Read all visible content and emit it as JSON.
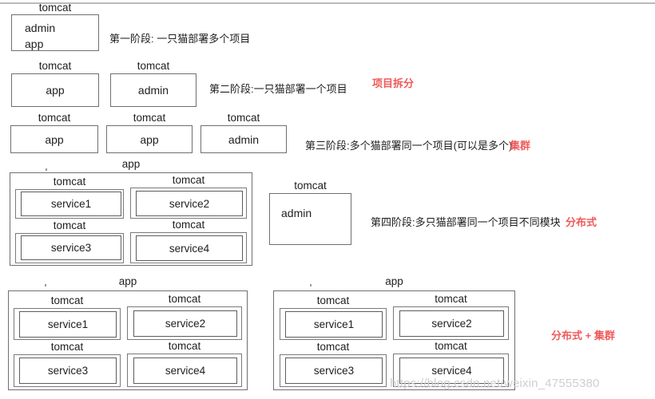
{
  "diagram": {
    "title_watermark": "https://blog.csdn.net/weixin_47555380",
    "labels": {
      "tomcat": "tomcat",
      "app": "app",
      "admin": "admin",
      "service1": "service1",
      "service2": "service2",
      "service3": "service3",
      "service4": "service4"
    },
    "colors": {
      "note_red": "#f05a5a",
      "box_border": "#6f6f6f",
      "text": "#1e1e1e",
      "watermark": "#cfcfcf"
    },
    "stages": [
      {
        "id": "stage-1",
        "description": "第一阶段: 一只猫部署多个项目",
        "note": "",
        "boxes": [
          {
            "caption": "tomcat",
            "contents": [
              "admin",
              "app"
            ]
          }
        ]
      },
      {
        "id": "stage-2",
        "description": "第二阶段:一只猫部署一个项目",
        "note": "项目拆分",
        "boxes": [
          {
            "caption": "tomcat",
            "contents": [
              "app"
            ]
          },
          {
            "caption": "tomcat",
            "contents": [
              "admin"
            ]
          }
        ]
      },
      {
        "id": "stage-3",
        "description": "第三阶段:多个猫部署同一个项目(可以是多个)",
        "note": "集群",
        "boxes": [
          {
            "caption": "tomcat",
            "contents": [
              "app"
            ]
          },
          {
            "caption": "tomcat",
            "contents": [
              "app"
            ]
          },
          {
            "caption": "tomcat",
            "contents": [
              "admin"
            ]
          }
        ]
      },
      {
        "id": "stage-4",
        "description": "第四阶段:多只猫部署同一个项目不同模块",
        "note": "分布式",
        "groups": [
          {
            "caption": "app",
            "cells": [
              {
                "caption": "tomcat",
                "service": "service1"
              },
              {
                "caption": "tomcat",
                "service": "service2"
              },
              {
                "caption": "tomcat",
                "service": "service3"
              },
              {
                "caption": "tomcat",
                "service": "service4"
              }
            ]
          }
        ],
        "side_box": {
          "caption": "tomcat",
          "contents": [
            "admin"
          ]
        }
      },
      {
        "id": "stage-5",
        "description": "",
        "note": "分布式 + 集群",
        "groups": [
          {
            "caption": "app",
            "cells": [
              {
                "caption": "tomcat",
                "service": "service1"
              },
              {
                "caption": "tomcat",
                "service": "service2"
              },
              {
                "caption": "tomcat",
                "service": "service3"
              },
              {
                "caption": "tomcat",
                "service": "service4"
              }
            ]
          },
          {
            "caption": "app",
            "cells": [
              {
                "caption": "tomcat",
                "service": "service1"
              },
              {
                "caption": "tomcat",
                "service": "service2"
              },
              {
                "caption": "tomcat",
                "service": "service3"
              },
              {
                "caption": "tomcat",
                "service": "service4"
              }
            ]
          }
        ]
      }
    ]
  }
}
